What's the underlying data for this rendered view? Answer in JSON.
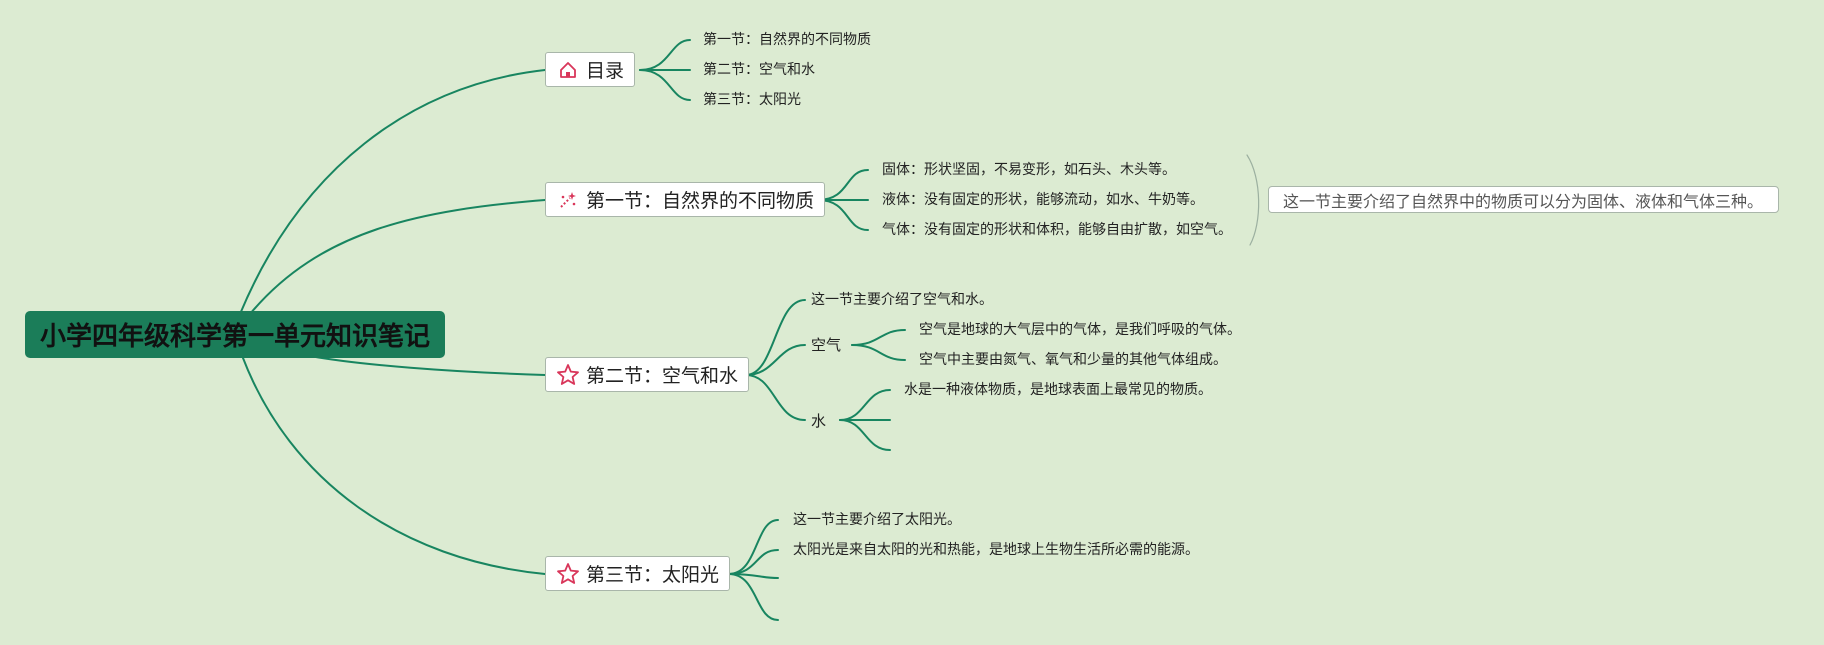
{
  "root": {
    "title": "小学四年级科学第一单元知识笔记"
  },
  "topics": [
    {
      "title": "目录",
      "icon": "home-icon",
      "children": [
        "第一节：自然界的不同物质",
        "第二节：空气和水",
        "第三节：太阳光"
      ]
    },
    {
      "title": "第一节：自然界的不同物质",
      "icon": "sparkle-wand-icon",
      "children": [
        "固体：形状坚固，不易变形，如石头、木头等。",
        "液体：没有固定的形状，能够流动，如水、牛奶等。",
        "气体：没有固定的形状和体积，能够自由扩散，如空气。"
      ],
      "summary": "这一节主要介绍了自然界中的物质可以分为固体、液体和气体三种。"
    },
    {
      "title": "第二节：空气和水",
      "icon": "star-icon",
      "intro": "这一节主要介绍了空气和水。",
      "air": {
        "label": "空气",
        "children": [
          "空气是地球的大气层中的气体，是我们呼吸的气体。",
          "空气中主要由氮气、氧气和少量的其他气体组成。"
        ]
      },
      "water": {
        "label": "水",
        "children": [
          "水是一种液体物质，是地球表面上最常见的物质。",
          "",
          ""
        ]
      }
    },
    {
      "title": "第三节：太阳光",
      "icon": "star-icon",
      "children": [
        "这一节主要介绍了太阳光。",
        "太阳光是来自太阳的光和热能，是地球上生物生活所必需的能源。",
        "",
        ""
      ]
    }
  ],
  "colors": {
    "background": "#dcebd2",
    "branch": "#188560",
    "root_fill": "#1b7d59",
    "icon_accent": "#d9365a"
  }
}
